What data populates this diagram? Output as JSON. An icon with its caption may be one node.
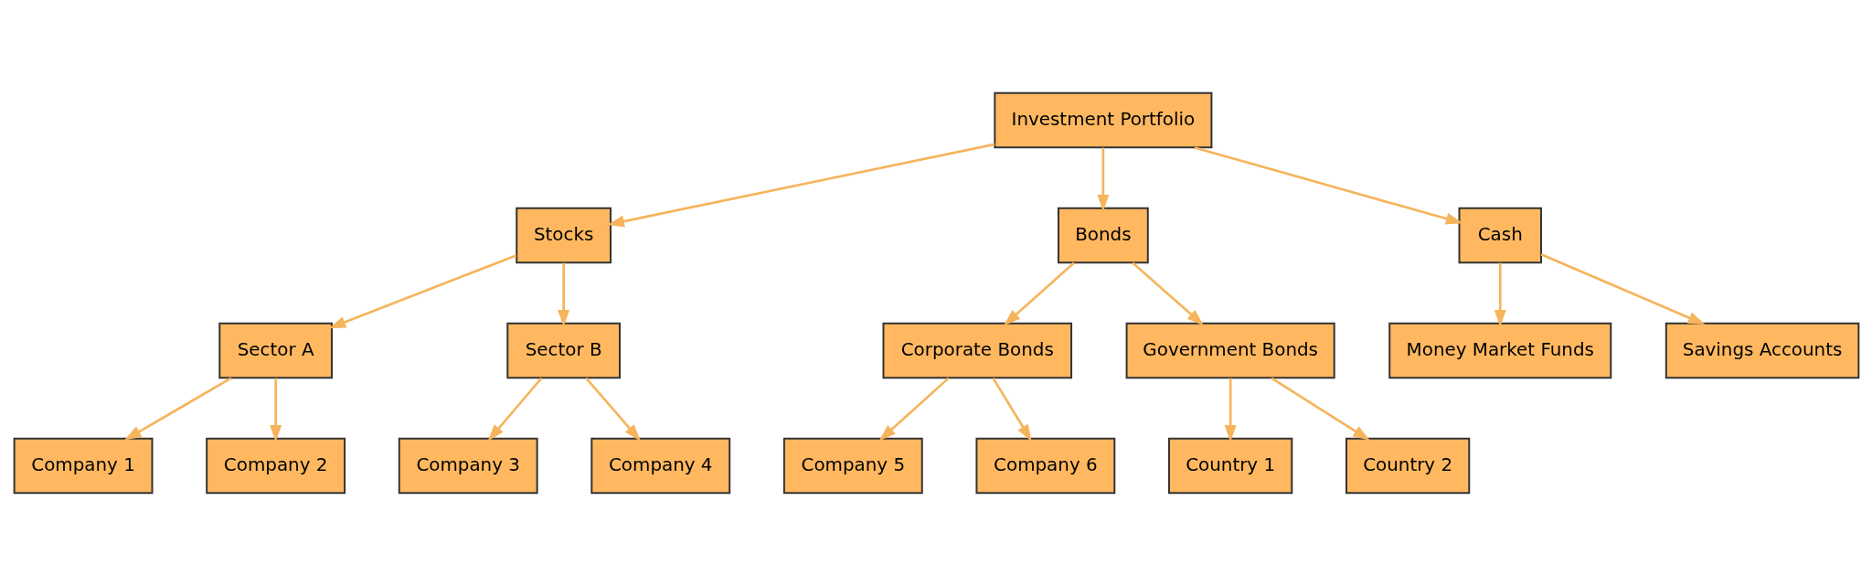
{
  "diagram": {
    "nodes": [
      {
        "text": [
          "Investment Portfolio"
        ]
      },
      {
        "text": [
          "Stocks"
        ]
      },
      {
        "text": [
          "Bonds"
        ]
      },
      {
        "text": [
          "Cash"
        ]
      },
      {
        "text": [
          "Sector A"
        ]
      },
      {
        "text": [
          "Sector B"
        ]
      },
      {
        "text": [
          "Corporate Bonds"
        ]
      },
      {
        "text": [
          "Government Bonds"
        ]
      },
      {
        "text": [
          "Money Market Funds"
        ]
      },
      {
        "text": [
          "Savings Accounts"
        ]
      },
      {
        "text": [
          "Company 1"
        ]
      },
      {
        "text": [
          "Company 2"
        ]
      },
      {
        "text": [
          "Company 3"
        ]
      },
      {
        "text": [
          "Company 4"
        ]
      },
      {
        "text": [
          "Company 5"
        ]
      },
      {
        "text": [
          "Company 6"
        ]
      },
      {
        "text": [
          "Country 1"
        ]
      },
      {
        "text": [
          "Country 2"
        ]
      }
    ],
    "edges": [
      {
        "from": 0,
        "to": 1,
        "arrow": "to"
      },
      {
        "from": 0,
        "to": 2,
        "arrow": "to"
      },
      {
        "from": 0,
        "to": 3,
        "arrow": "to"
      },
      {
        "from": 1,
        "to": 4,
        "arrow": "to"
      },
      {
        "from": 1,
        "to": 5,
        "arrow": "to"
      },
      {
        "from": 2,
        "to": 6,
        "arrow": "to"
      },
      {
        "from": 2,
        "to": 7,
        "arrow": "to"
      },
      {
        "from": 3,
        "to": 8,
        "arrow": "to"
      },
      {
        "from": 3,
        "to": 9,
        "arrow": "to"
      },
      {
        "from": 4,
        "to": 10,
        "arrow": "to"
      },
      {
        "from": 4,
        "to": 11,
        "arrow": "to"
      },
      {
        "from": 5,
        "to": 12,
        "arrow": "to"
      },
      {
        "from": 5,
        "to": 13,
        "arrow": "to"
      },
      {
        "from": 6,
        "to": 14,
        "arrow": "to"
      },
      {
        "from": 6,
        "to": 15,
        "arrow": "to"
      },
      {
        "from": 7,
        "to": 16,
        "arrow": "to"
      },
      {
        "from": 7,
        "to": 17,
        "arrow": "to"
      }
    ]
  }
}
